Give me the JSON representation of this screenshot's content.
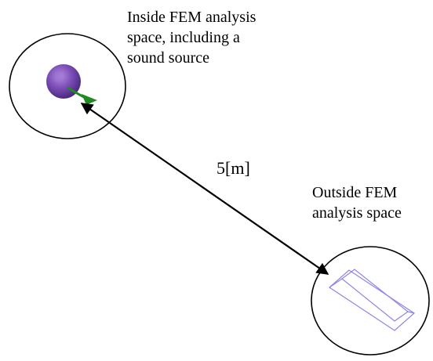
{
  "labels": {
    "inside": [
      "Inside FEM analysis",
      "space, including a",
      "sound source"
    ],
    "distance": "5[m]",
    "outside": [
      "Outside FEM",
      "analysis space"
    ]
  },
  "icons": {
    "sound_source": "sphere-sound-source-icon",
    "direction": "green-arrow-icon",
    "receiver": "rectangular-plate-icon"
  },
  "colors": {
    "outline": "#000000",
    "sphere": "#7a4bb5",
    "sphere_highlight": "#b18be0",
    "arrow": "#1f8a1f",
    "plate": "#8e86e6"
  }
}
